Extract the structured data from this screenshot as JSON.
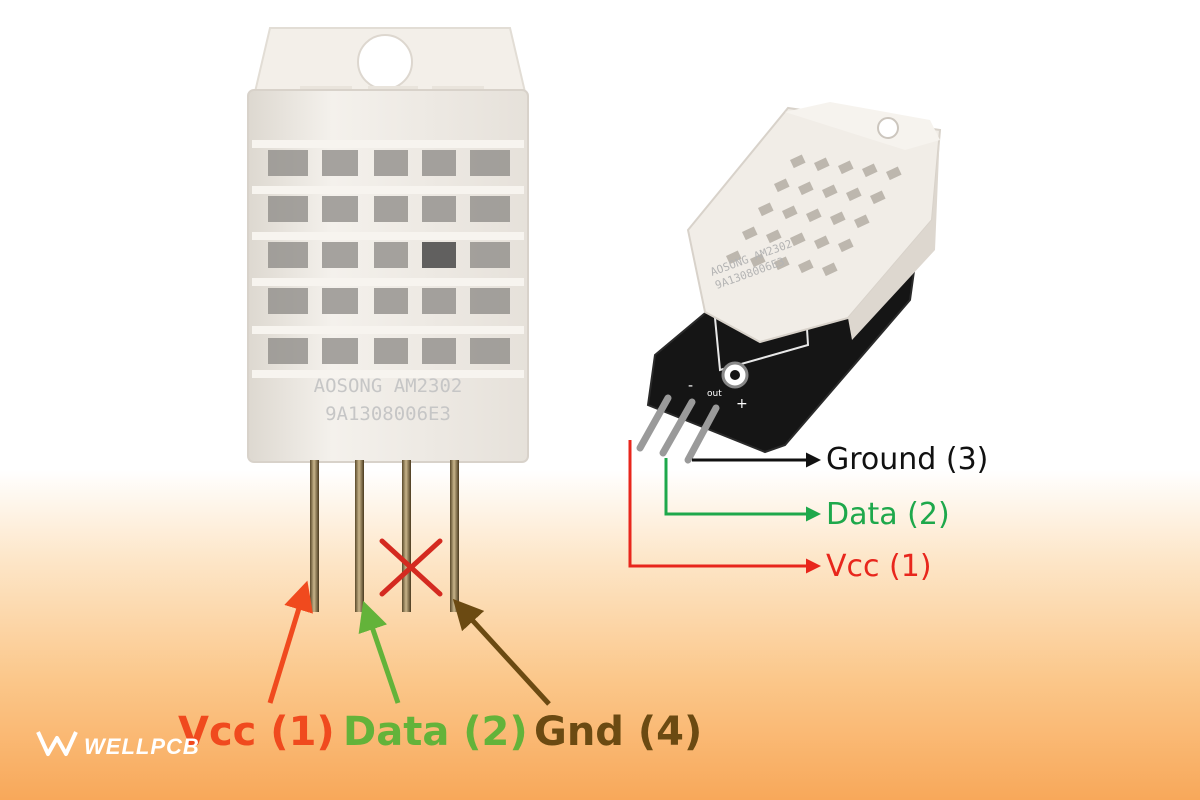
{
  "colors": {
    "vcc": "#f04a1e",
    "data": "#63b33a",
    "gnd": "#6b4a12",
    "module_vcc": "#e8261c",
    "module_data": "#1ea84b",
    "module_ground": "#111111",
    "sensor_body": "#f1ede7",
    "board": "#151515",
    "cross": "#d42a20"
  },
  "sensor": {
    "marking_line1": "AOSONG AM2302",
    "marking_line2": "9A1308006E3",
    "unused_pin_icon": "cross-mark-icon"
  },
  "sensor_labels": {
    "vcc": "Vcc (1)",
    "data": "Data (2)",
    "gnd": "Gnd (4)"
  },
  "module": {
    "marking_line1": "AOSONG AM2302",
    "marking_line2": "9A1308006E3",
    "pin_minus": "-",
    "pin_out": "out",
    "pin_plus": "+"
  },
  "module_labels": {
    "ground": "Ground (3)",
    "data": "Data (2)",
    "vcc": "Vcc (1)"
  },
  "watermark": {
    "text": "WELLPCB",
    "icon": "wellpcb-logo-icon"
  }
}
